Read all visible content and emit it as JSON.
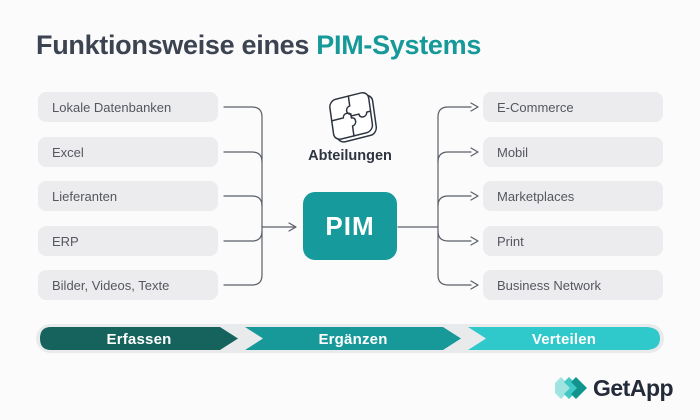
{
  "title": {
    "prefix": "Funktionsweise eines ",
    "highlight": "PIM-Systems"
  },
  "flow": {
    "sources": [
      "Lokale Datenbanken",
      "Excel",
      "Lieferanten",
      "ERP",
      "Bilder, Videos, Texte"
    ],
    "center": {
      "icon": "puzzle-icon",
      "icon_label": "Abteilungen",
      "hub_label": "PIM"
    },
    "channels": [
      "E-Commerce",
      "Mobil",
      "Marketplaces",
      "Print",
      "Business Network"
    ]
  },
  "process": {
    "steps": [
      {
        "label": "Erfassen",
        "color": "#16635d"
      },
      {
        "label": "Ergänzen",
        "color": "#17999a"
      },
      {
        "label": "Verteilen",
        "color": "#2fc8cb"
      }
    ],
    "track_color": "#e9eaec"
  },
  "logo": {
    "text": "GetApp",
    "mark": "triple-chevron-icon"
  },
  "palette": {
    "accent_teal": "#17999a",
    "hub_teal": "#169a9b",
    "title_dark": "#3c4351",
    "node_bg": "#ececee",
    "node_text": "#54575f",
    "connector": "#5a5f66",
    "background": "#fbfbfc"
  }
}
